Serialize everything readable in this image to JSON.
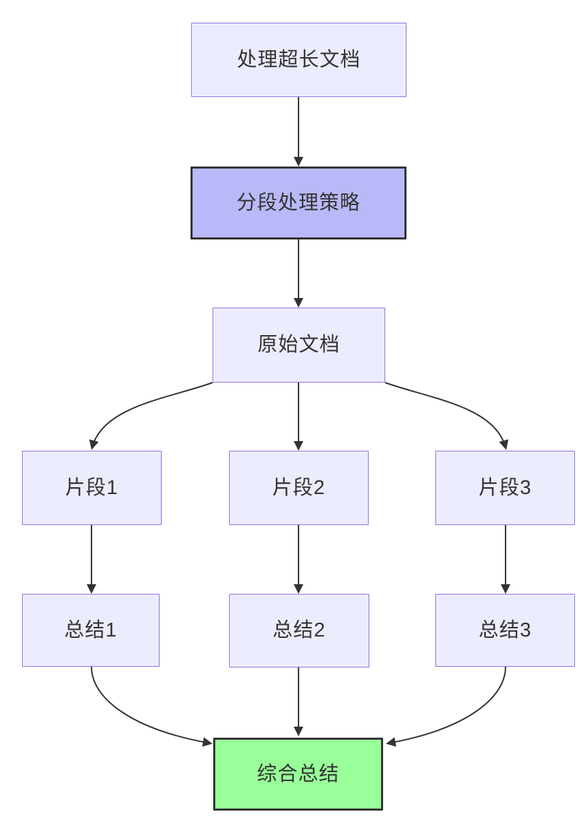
{
  "diagram": {
    "type": "flowchart",
    "direction": "top-down",
    "nodes": [
      {
        "id": "A",
        "label": "处理超长文档",
        "style": "default"
      },
      {
        "id": "B",
        "label": "分段处理策略",
        "style": "highlight"
      },
      {
        "id": "C",
        "label": "原始文档",
        "style": "default"
      },
      {
        "id": "D1",
        "label": "片段1",
        "style": "default"
      },
      {
        "id": "D2",
        "label": "片段2",
        "style": "default"
      },
      {
        "id": "D3",
        "label": "片段3",
        "style": "default"
      },
      {
        "id": "E1",
        "label": "总结1",
        "style": "default"
      },
      {
        "id": "E2",
        "label": "总结2",
        "style": "default"
      },
      {
        "id": "E3",
        "label": "总结3",
        "style": "default"
      },
      {
        "id": "F",
        "label": "综合总结",
        "style": "success"
      }
    ],
    "edges": [
      {
        "from": "A",
        "to": "B"
      },
      {
        "from": "B",
        "to": "C"
      },
      {
        "from": "C",
        "to": "D1"
      },
      {
        "from": "C",
        "to": "D2"
      },
      {
        "from": "C",
        "to": "D3"
      },
      {
        "from": "D1",
        "to": "E1"
      },
      {
        "from": "D2",
        "to": "E2"
      },
      {
        "from": "D3",
        "to": "E3"
      },
      {
        "from": "E1",
        "to": "F"
      },
      {
        "from": "E2",
        "to": "F"
      },
      {
        "from": "E3",
        "to": "F"
      }
    ],
    "colors": {
      "background": "#ffffff",
      "node_fill": "#ececff",
      "node_border": "#9370db",
      "highlight_fill": "#b9b9f9",
      "highlight_border": "#333333",
      "success_fill": "#99ff99",
      "success_border": "#333333",
      "edge": "#333333",
      "text": "#333333"
    }
  }
}
